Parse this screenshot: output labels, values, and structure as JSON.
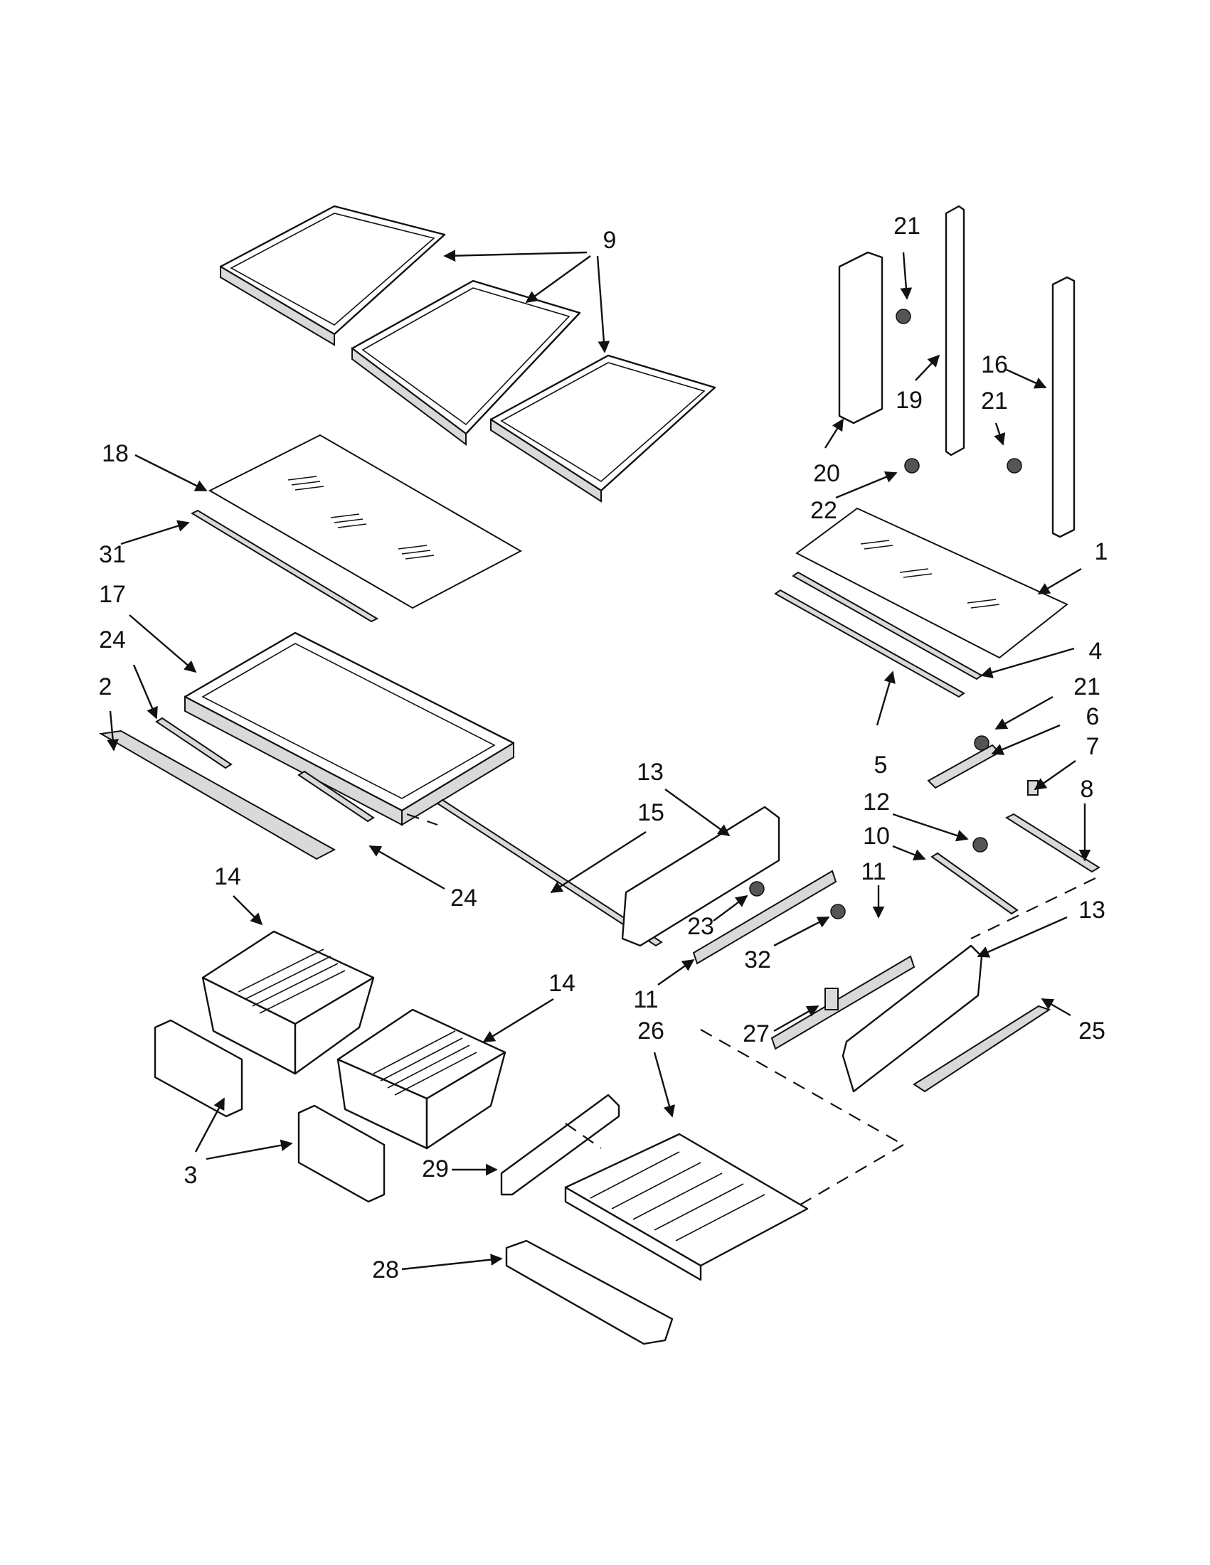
{
  "callouts": {
    "c1": "1",
    "c2": "2",
    "c3": "3",
    "c4": "4",
    "c5": "5",
    "c6": "6",
    "c7": "7",
    "c8": "8",
    "c9": "9",
    "c10": "10",
    "c11": "11",
    "c12": "12",
    "c13": "13",
    "c14": "14",
    "c15": "15",
    "c16": "16",
    "c17": "17",
    "c18": "18",
    "c19": "19",
    "c20": "20",
    "c21": "21",
    "c22": "22",
    "c23": "23",
    "c24": "24",
    "c25": "25",
    "c26": "26",
    "c27": "27",
    "c28": "28",
    "c29": "29",
    "c31": "31",
    "c32": "32"
  }
}
